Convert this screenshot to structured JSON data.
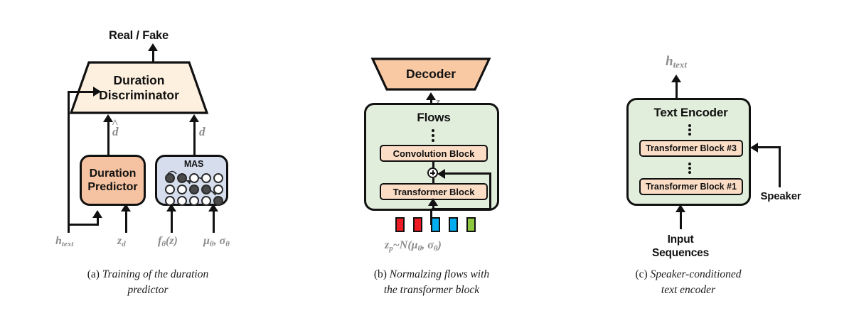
{
  "figure": {
    "domain": "paper-figure",
    "panels": [
      "a",
      "b",
      "c"
    ]
  },
  "colors": {
    "cream_trapezoid": "#FDF0DF",
    "peach_block": "#F5C3A1",
    "light_peach_block": "#FBDDC6",
    "decoder_orange": "#F9C9A4",
    "green_container": "#E2EEDC",
    "blue_container": "#D6DEEE",
    "outline": "#111111",
    "math_gray": "#8C8C8C",
    "token_red": "#ED1C24",
    "token_blue": "#00AEEF",
    "token_green": "#8DC63F",
    "dot_filled": "#4A4A4A",
    "dot_empty": "#FFFFFF"
  },
  "panel_a": {
    "output_label": "Real / Fake",
    "discriminator_label": "Duration\nDiscriminator",
    "discriminator_line1": "Duration",
    "discriminator_line2": "Discriminator",
    "predictor_line1": "Duration",
    "predictor_line2": "Predictor",
    "mas_label": "MAS",
    "signal_d_hat": "d",
    "signal_d": "d",
    "inputs": [
      {
        "name": "h-text",
        "text": "h",
        "sub": "text"
      },
      {
        "name": "z-d",
        "text": "z",
        "sub": "d"
      },
      {
        "name": "f-theta-z",
        "text": "f",
        "sub": "θ",
        "suffix": "(z)"
      },
      {
        "name": "mu-sigma-theta",
        "text": "μ",
        "sub": "θ",
        "suffix": ", σ",
        "sub2": "θ"
      }
    ],
    "mas_grid": {
      "rows": 3,
      "cols": 5,
      "filled": [
        [
          true,
          true,
          false,
          false,
          false
        ],
        [
          false,
          false,
          true,
          true,
          false
        ],
        [
          false,
          false,
          false,
          false,
          true
        ]
      ]
    },
    "caption_tag": "(a)",
    "caption_line1": "Training of the duration",
    "caption_line2": "predictor"
  },
  "panel_b": {
    "decoder_label": "Decoder",
    "flows_label": "Flows",
    "convolution_block_label": "Convolution Block",
    "transformer_block_label": "Transformer Block",
    "z_label": "z",
    "input_distribution": "zₚ ~ N(μθ, σθ)",
    "tokens": [
      "#ED1C24",
      "#ED1C24",
      "#00AEEF",
      "#00AEEF",
      "#8DC63F"
    ],
    "residual_node": "plus",
    "caption_tag": "(b)",
    "caption_line1": "Normalzing flows with",
    "caption_line2": "the transformer block"
  },
  "panel_c": {
    "output_label_main": "h",
    "output_label_sub": "text",
    "text_encoder_label": "Text Encoder",
    "transformer_block_3": "Transformer Block #3",
    "transformer_block_1": "Transformer Block #1",
    "speaker_label": "Speaker",
    "input_line1": "Input",
    "input_line2": "Sequences",
    "caption_tag": "(c)",
    "caption_line1": "Speaker-conditioned",
    "caption_line2": "text encoder"
  }
}
